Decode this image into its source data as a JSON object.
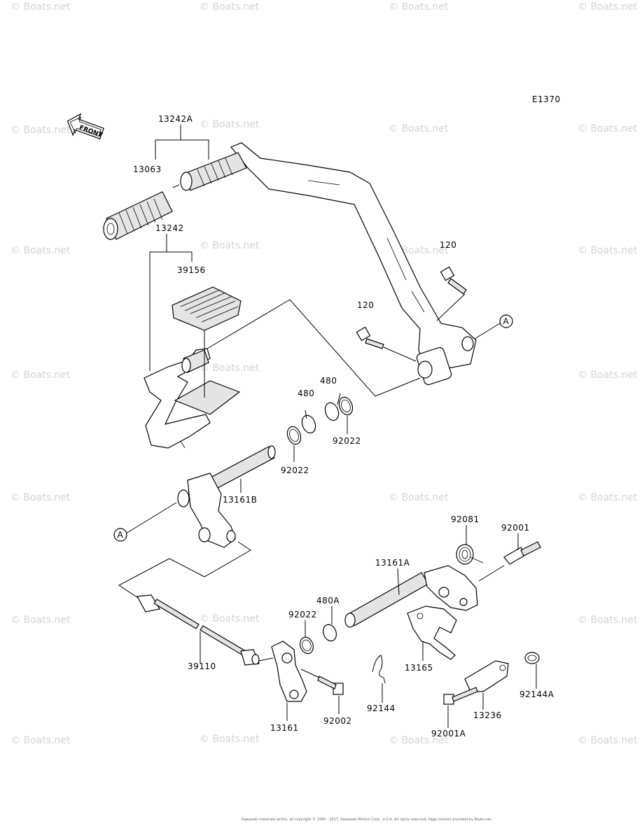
{
  "diagram_code": "E1370",
  "front_label": "FRONT",
  "ref_marker": "A",
  "watermark": "© Boats.net",
  "parts": {
    "p13242A": "13242A",
    "p13063": "13063",
    "p13242": "13242",
    "p39156": "39156",
    "p120a": "120",
    "p120b": "120",
    "p480a": "480",
    "p480b": "480",
    "p92022a": "92022",
    "p92022b": "92022",
    "p92022c": "92022",
    "p13161B": "13161B",
    "p92081": "92081",
    "p92001": "92001",
    "p13161A": "13161A",
    "p480A": "480A",
    "p39110": "39110",
    "p13165": "13165",
    "p92144A": "92144A",
    "p92144": "92144",
    "p13236": "13236",
    "p92002": "92002",
    "p13161": "13161",
    "p92001A": "92001A"
  },
  "footer": "Kawasaki materials within, all copyright © 1995 - 2017, Kawasaki Motors Corp., U.S.A. All rights reserved. Page content provided by Boats.net"
}
